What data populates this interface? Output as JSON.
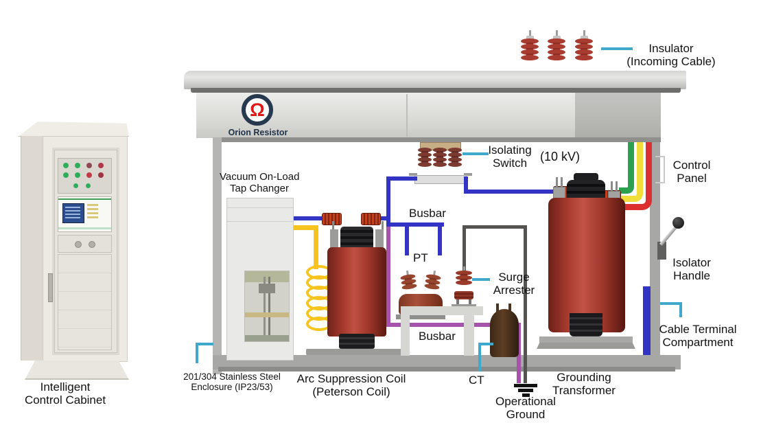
{
  "logo": {
    "symbol": "Ω",
    "name": "Orion Resistor"
  },
  "labels": {
    "insulator": [
      "Insulator",
      "(Incoming Cable)"
    ],
    "isolating_switch": [
      "Isolating",
      "Switch"
    ],
    "isolating_switch_rating": "(10 kV)",
    "busbar_top": "Busbar",
    "busbar_bottom": "Busbar",
    "pt": "PT",
    "surge_arrester": [
      "Surge",
      "Arrester"
    ],
    "tap_changer": [
      "Vacuum On-Load",
      "Tap Changer"
    ],
    "control_panel": [
      "Control",
      "Panel"
    ],
    "isolator_handle": [
      "Isolator",
      "Handle"
    ],
    "cable_terminal": [
      "Cable Terminal",
      "Compartment"
    ],
    "enclosure": [
      "201/304 Stainless Steel",
      "Enclosure (IP23/53)"
    ],
    "arc_coil": [
      "Arc Suppression Coil",
      "(Peterson Coil)"
    ],
    "ct": "CT",
    "operational_ground": [
      "Operational",
      "Ground"
    ],
    "grounding_transformer": [
      "Grounding",
      "Transformer"
    ],
    "control_cabinet": [
      "Intelligent",
      "Control Cabinet"
    ]
  },
  "colors": {
    "callout": "#3fa9cb",
    "busbar_blue": "#3434c4",
    "ground_purple": "#a653ab",
    "ground_gray": "#55534f",
    "coil_yellow": "#f6c41c",
    "cable_green": "#2ca04e",
    "cable_yellow": "#f2de3a",
    "cable_red": "#dc2f2f",
    "equipment_red": "#a83a2e",
    "logo_navy": "#26394f",
    "logo_red": "#e01818"
  }
}
